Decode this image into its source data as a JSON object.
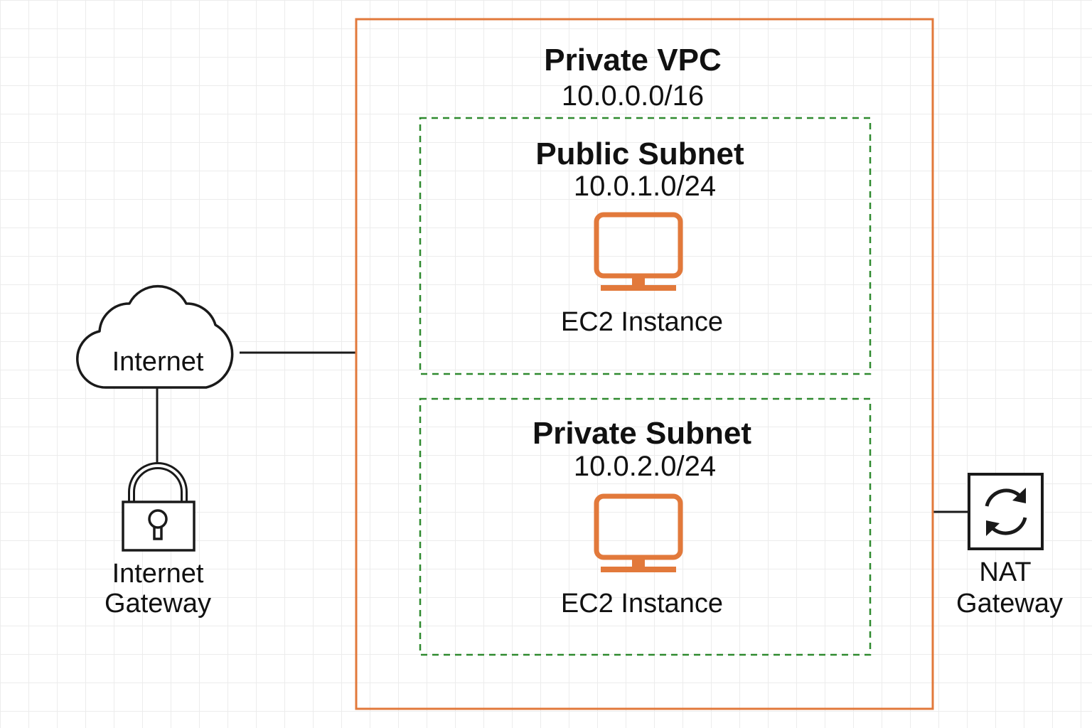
{
  "colors": {
    "vpc_border": "#e2793b",
    "subnet_border": "#2f8a2f",
    "instance_icon": "#e2793b",
    "line": "#1a1a1a"
  },
  "vpc": {
    "title": "Private VPC",
    "cidr": "10.0.0.0/16"
  },
  "public_subnet": {
    "title": "Public Subnet",
    "cidr": "10.0.1.0/24",
    "instance": {
      "label": "EC2 Instance",
      "icon": "monitor-icon"
    }
  },
  "private_subnet": {
    "title": "Private Subnet",
    "cidr": "10.0.2.0/24",
    "instance": {
      "label": "EC2 Instance",
      "icon": "monitor-icon"
    }
  },
  "internet": {
    "label": "Internet",
    "icon": "cloud-icon"
  },
  "internet_gateway": {
    "label_line1": "Internet",
    "label_line2": "Gateway",
    "icon": "padlock-icon"
  },
  "nat_gateway": {
    "label_line1": "NAT",
    "label_line2": "Gateway",
    "icon": "refresh-arrows-icon"
  }
}
